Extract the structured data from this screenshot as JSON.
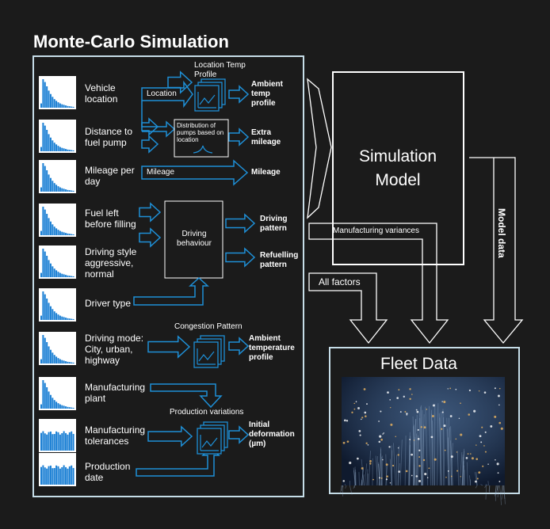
{
  "title": "Monte-Carlo Simulation",
  "inputs": [
    {
      "label": "Vehicle\nlocation",
      "dist": "skewed"
    },
    {
      "label": "Distance to\nfuel pump",
      "dist": "skewed"
    },
    {
      "label": "Mileage per\nday",
      "dist": "skewed"
    },
    {
      "label": "Fuel left\nbefore filling",
      "dist": "skewed"
    },
    {
      "label": "Driving style\naggressive,\nnormal",
      "dist": "skewed"
    },
    {
      "label": "Driver type",
      "dist": "skewed"
    },
    {
      "label": "Driving mode:\nCity, urban,\nhighway",
      "dist": "skewed"
    },
    {
      "label": "Manufacturing\nplant",
      "dist": "skewed"
    },
    {
      "label": "Manufacturing\ntolerances",
      "dist": "uniform"
    },
    {
      "label": "Production\ndate",
      "dist": "uniform"
    }
  ],
  "arrows": {
    "location": "Location",
    "mileage": "Mileage"
  },
  "boxes": {
    "location_temp_profile": "Location Temp\nProfile",
    "pump_distribution": "Distribution of\npumps based on\nlocation",
    "driving_behaviour": "Driving\nbehaviour",
    "congestion_pattern": "Congestion Pattern",
    "production_variations": "Production variations"
  },
  "outputs": {
    "ambient_temp_profile": "Ambient\ntemp\nprofile",
    "extra_mileage": "Extra\nmileage",
    "mileage": "Mileage",
    "driving_pattern": "Driving\npattern",
    "refuelling_pattern": "Refuelling\npattern",
    "ambient_temperature_profile": "Ambient\ntemperature\nprofile",
    "initial_deformation": "Initial\ndeformation\n(µm)"
  },
  "simulation_model": "Simulation\nModel",
  "flows": {
    "manufacturing_variances": "Manufacturing variances",
    "all_factors": "All factors",
    "model_data": "Model data"
  },
  "fleet_data": "Fleet Data",
  "colors": {
    "background": "#1b1b1b",
    "box_border": "#c6dde8",
    "accent_blue": "#1e8fd6",
    "bar_blue": "#1a7fd4"
  }
}
